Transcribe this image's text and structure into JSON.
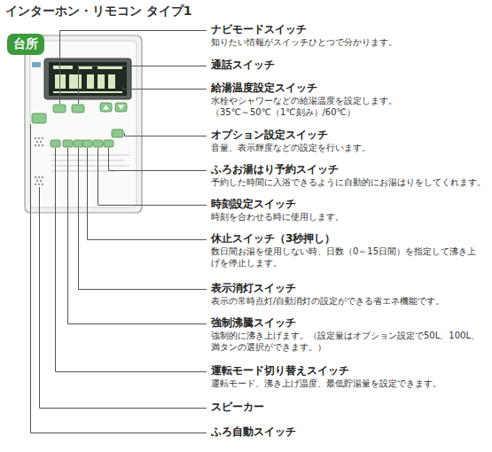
{
  "diagram": {
    "title": "インターホン・リモコン タイプ1",
    "nodes": [
      {
        "text": [
          "台所"
        ]
      }
    ],
    "labels": [
      "ナビモードスイッチ",
      "知りたい情報がスイッチひとつで分かります。",
      "通話スイッチ",
      "給湯温度設定スイッチ",
      "水栓やシャワーなどの給湯温度を設定します。",
      "（35℃～50℃（1℃刻み）/60℃）",
      "オプション設定スイッチ",
      "音量、表示輝度などの設定を行います。",
      "ふろお湯はり予約スイッチ",
      "予約した時間に入浴できるように自動的にお湯はりをしてくれます。",
      "時刻設定スイッチ",
      "時刻を合わせる時に使用します。",
      "休止スイッチ（3秒押し）",
      "数日間お湯を使用しない時、日数（0～15日間）を指定して沸き上げを停止します。",
      "表示消灯スイッチ",
      "表示の常時点灯/自動消灯の設定ができる省エネ機能です。",
      "強制沸騰スイッチ",
      "強制的に沸き上げます。（設定量はオプション設定で50L、100L、満タンの選択ができます。）",
      "運転モード切り替えスイッチ",
      "運転モード、沸き上げ温度、最低貯湯量を設定できます。",
      "スピーカー",
      "ふろ自動スイッチ"
    ]
  }
}
